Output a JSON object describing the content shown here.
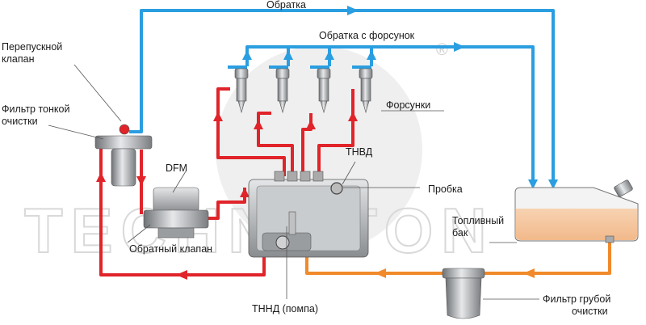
{
  "watermark": "TECHNOTON",
  "registered_mark": "®",
  "colors": {
    "return_line": "#2a9ee0",
    "high_pressure": "#e0242a",
    "low_pressure": "#f08a2a",
    "fuel": "#f5c8a0",
    "metal_dark": "#7a7d80",
    "metal_light": "#d8dadc"
  },
  "labels": {
    "return": "Обратка",
    "return_injectors": "Обратка с форсунок",
    "bypass_valve": "Перепускной\nклапан",
    "fine_filter": "Фильтр тонкой\nочистки",
    "dfm": "DFM",
    "check_valve": "Обратный клапан",
    "injectors": "Форсунки",
    "hp_pump": "ТНВД",
    "plug": "Пробка",
    "fuel_tank": "Топливный\nбак",
    "lp_pump": "ТННД (помпа)",
    "coarse_filter": "Фильтр грубой\nочистки"
  }
}
